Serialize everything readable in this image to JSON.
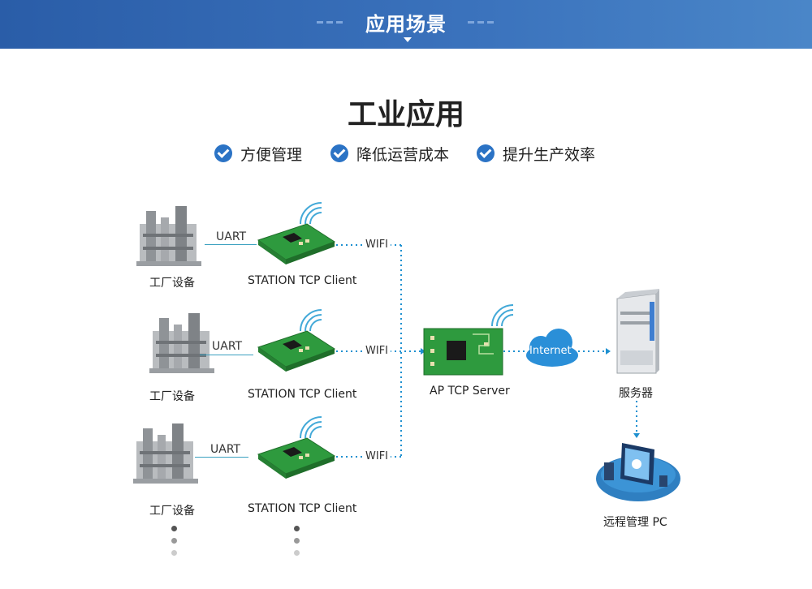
{
  "header": {
    "title": "应用场景"
  },
  "main_title": "工业应用",
  "features": [
    {
      "icon": "check-circle-icon",
      "label": "方便管理"
    },
    {
      "icon": "check-circle-icon",
      "label": "降低运营成本"
    },
    {
      "icon": "check-circle-icon",
      "label": "提升生产效率"
    }
  ],
  "rows": [
    {
      "device": "工厂设备",
      "interface": "UART",
      "module": "STATION TCP Client",
      "link": "WIFI"
    },
    {
      "device": "工厂设备",
      "interface": "UART",
      "module": "STATION TCP Client",
      "link": "WIFI"
    },
    {
      "device": "工厂设备",
      "interface": "UART",
      "module": "STATION TCP Client",
      "link": "WIFI"
    }
  ],
  "ap": {
    "label": "AP TCP Server"
  },
  "cloud": {
    "label": "Internet"
  },
  "server": {
    "label": "服务器"
  },
  "pc": {
    "label": "远程管理 PC"
  },
  "colors": {
    "banner": "#2f62ad",
    "accent": "#2b73c5",
    "link": "#1e90d0",
    "board": "#2e9a3e"
  }
}
